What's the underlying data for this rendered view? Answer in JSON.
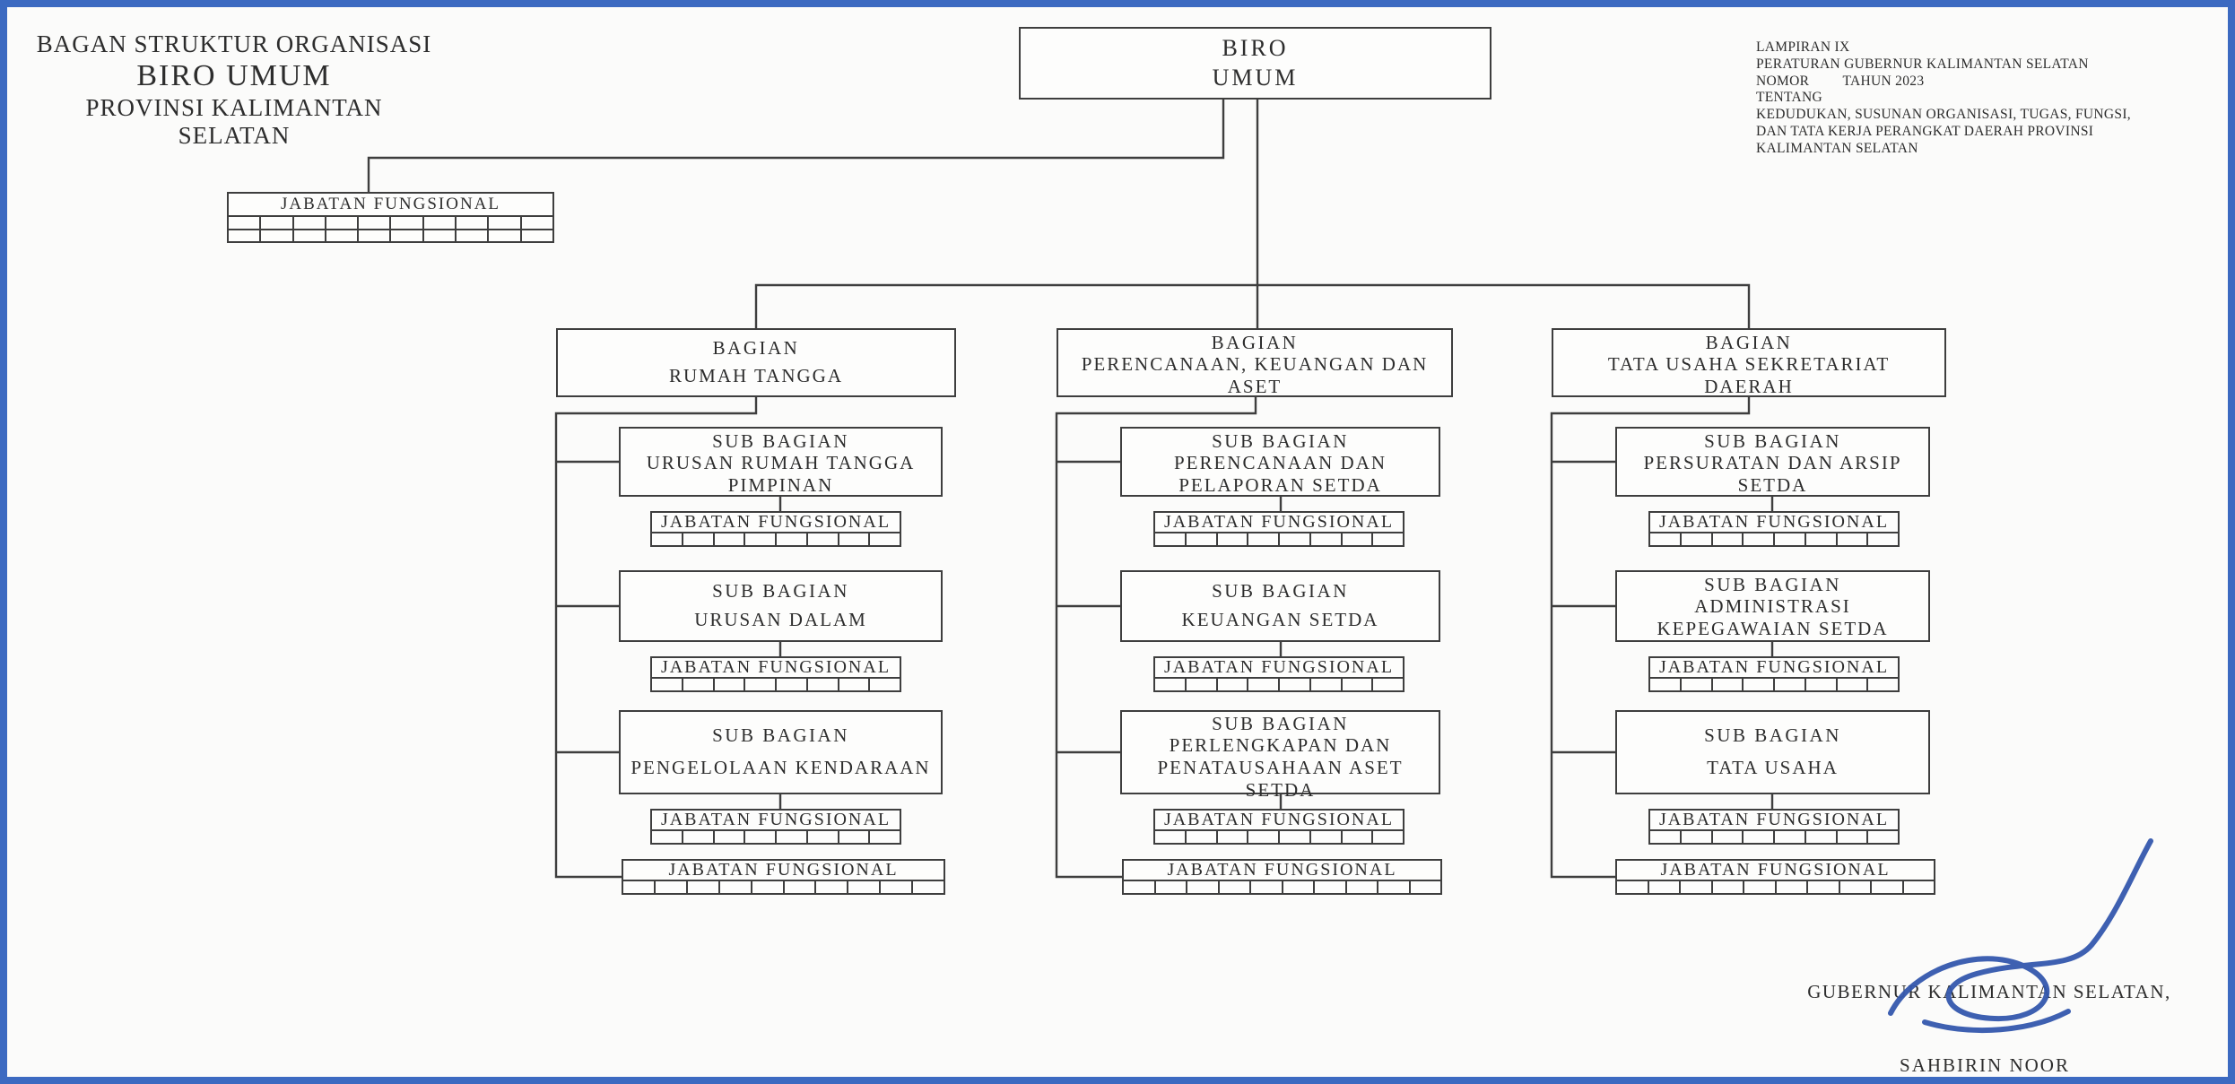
{
  "header": {
    "line1": "BAGAN STRUKTUR ORGANISASI",
    "line2": "BIRO UMUM",
    "line3": "PROVINSI KALIMANTAN SELATAN"
  },
  "lampiran": {
    "lines": [
      "LAMPIRAN IX",
      "PERATURAN GUBERNUR KALIMANTAN SELATAN",
      "NOMOR         TAHUN 2023",
      "TENTANG",
      "KEDUDUKAN, SUSUNAN ORGANISASI, TUGAS, FUNGSI,",
      "DAN TATA KERJA PERANGKAT DAERAH PROVINSI",
      "KALIMANTAN SELATAN"
    ]
  },
  "chart": {
    "root": {
      "line1": "BIRO",
      "line2": "UMUM"
    },
    "jf_label": "JABATAN FUNGSIONAL",
    "root_jf": {
      "label": "JABATAN FUNGSIONAL",
      "cols": 10,
      "rows": 2
    },
    "sub_jf_cells": 8,
    "bottom_jf_cells": 10,
    "columns": [
      {
        "bagian": {
          "title": "BAGIAN",
          "name": "RUMAH TANGGA"
        },
        "subs": [
          {
            "title": "SUB BAGIAN",
            "name": "URUSAN RUMAH TANGGA\nPIMPINAN"
          },
          {
            "title": "SUB BAGIAN",
            "name": "URUSAN DALAM"
          },
          {
            "title": "SUB BAGIAN",
            "name": "PENGELOLAAN KENDARAAN"
          }
        ]
      },
      {
        "bagian": {
          "title": "BAGIAN",
          "name": "PERENCANAAN, KEUANGAN DAN\nASET"
        },
        "subs": [
          {
            "title": "SUB BAGIAN",
            "name": "PERENCANAAN DAN\nPELAPORAN SETDA"
          },
          {
            "title": "SUB BAGIAN",
            "name": "KEUANGAN SETDA"
          },
          {
            "title": "SUB BAGIAN",
            "name": "PERLENGKAPAN DAN\nPENATAUSAHAAN ASET\nSETDA"
          }
        ]
      },
      {
        "bagian": {
          "title": "BAGIAN",
          "name": "TATA USAHA SEKRETARIAT\nDAERAH"
        },
        "subs": [
          {
            "title": "SUB BAGIAN",
            "name": "PERSURATAN DAN ARSIP\nSETDA"
          },
          {
            "title": "SUB BAGIAN",
            "name": "ADMINISTRASI\nKEPEGAWAIAN SETDA"
          },
          {
            "title": "SUB BAGIAN",
            "name": "TATA USAHA"
          }
        ]
      }
    ]
  },
  "signature": {
    "title": "GUBERNUR KALIMANTAN SELATAN,",
    "name": "SAHBIRIN NOOR"
  },
  "colors": {
    "frame_blue": "#3c6ac1",
    "signature_ink": "#3457ad",
    "box_border": "#3e3e3e",
    "paper": "#fbfbfa"
  }
}
